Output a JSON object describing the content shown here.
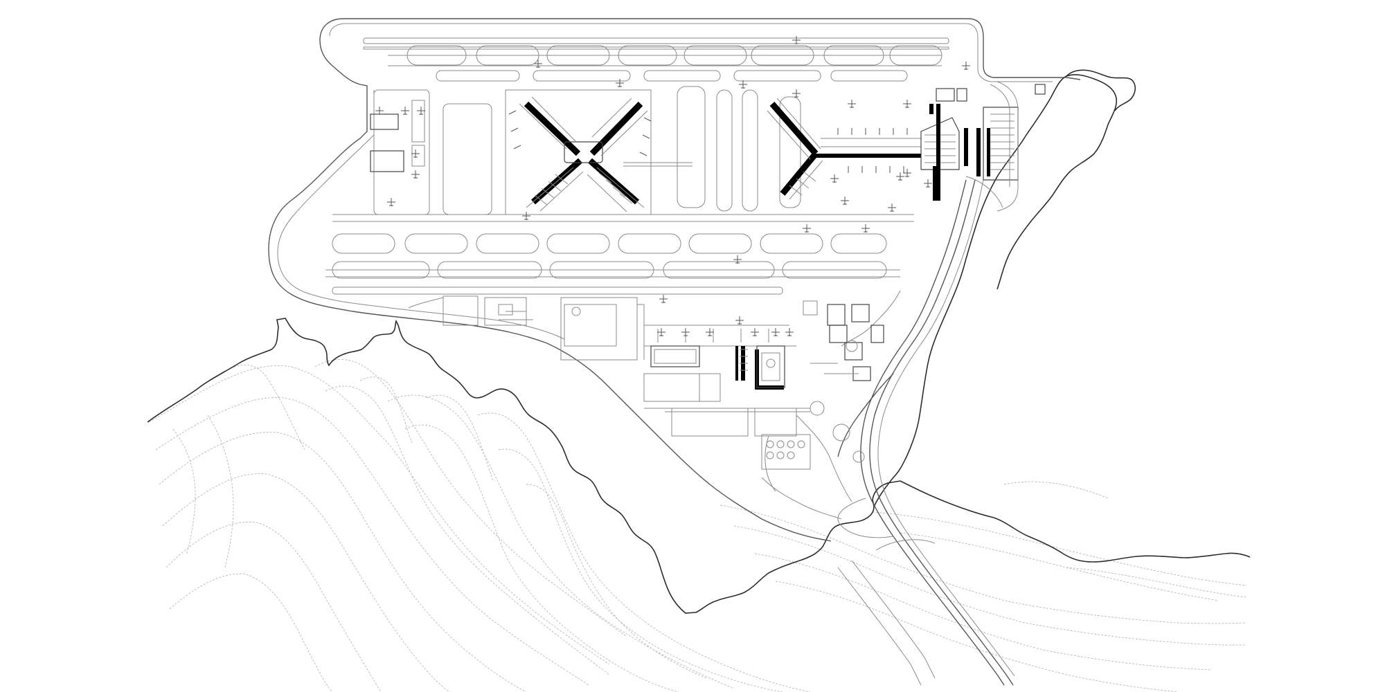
{
  "map": {
    "type": "site-plan",
    "style": "monochrome line drawing",
    "colors": {
      "background": "#ffffff",
      "linework": "#8a8a8a",
      "terminal_fill": "#000000",
      "coastline": "#2b2b2b",
      "contours": "#b8b8b8"
    },
    "features": [
      "airport-island",
      "x-shaped-concourse",
      "y-shaped-concourse",
      "runways",
      "taxiways",
      "aprons",
      "cargo-area",
      "highway-link",
      "mountain-contours",
      "coastline"
    ]
  }
}
